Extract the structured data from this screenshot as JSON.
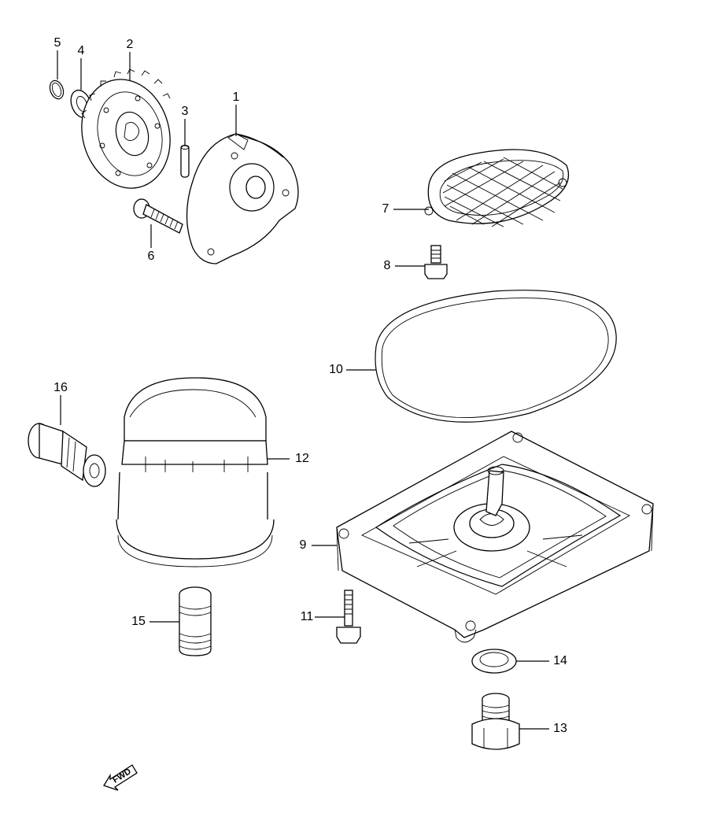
{
  "callouts": [
    {
      "id": "1",
      "label": "1"
    },
    {
      "id": "2",
      "label": "2"
    },
    {
      "id": "3",
      "label": "3"
    },
    {
      "id": "4",
      "label": "4"
    },
    {
      "id": "5",
      "label": "5"
    },
    {
      "id": "6",
      "label": "6"
    },
    {
      "id": "7",
      "label": "7"
    },
    {
      "id": "8",
      "label": "8"
    },
    {
      "id": "9",
      "label": "9"
    },
    {
      "id": "10",
      "label": "10"
    },
    {
      "id": "11",
      "label": "11"
    },
    {
      "id": "12",
      "label": "12"
    },
    {
      "id": "13",
      "label": "13"
    },
    {
      "id": "14",
      "label": "14"
    },
    {
      "id": "15",
      "label": "15"
    },
    {
      "id": "16",
      "label": "16"
    }
  ],
  "fwd_badge": {
    "text": "FWD"
  }
}
